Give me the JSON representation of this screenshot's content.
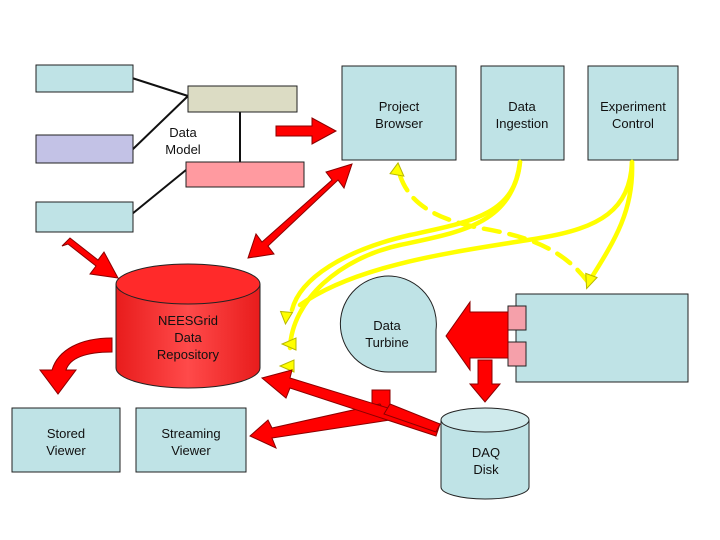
{
  "diagram": {
    "data_model": {
      "label_line1": "Data",
      "label_line2": "Model"
    },
    "project_browser": {
      "line1": "Project",
      "line2": "Browser"
    },
    "data_ingestion": {
      "line1": "Data",
      "line2": "Ingestion"
    },
    "experiment_control": {
      "line1": "Experiment",
      "line2": "Control"
    },
    "repository": {
      "line1": "NEESGrid",
      "line2": "Data",
      "line3": "Repository"
    },
    "data_turbine": {
      "line1": "Data",
      "line2": "Turbine"
    },
    "stored_viewer": {
      "line1": "Stored",
      "line2": "Viewer"
    },
    "streaming_viewer": {
      "line1": "Streaming",
      "line2": "Viewer"
    },
    "daq_disk": {
      "line1": "DAQ",
      "line2": "Disk"
    }
  },
  "colors": {
    "box_fill": "#bfe3e6",
    "box_stroke": "#222222",
    "purple_box": "#c3c2e6",
    "beige_box": "#dcdcc4",
    "pink_box": "#ff9aa0",
    "red": "#ff0000",
    "repository_fill": "#ff3b3b",
    "yellow": "#ffff00",
    "port_pink": "#f5a0aa"
  }
}
